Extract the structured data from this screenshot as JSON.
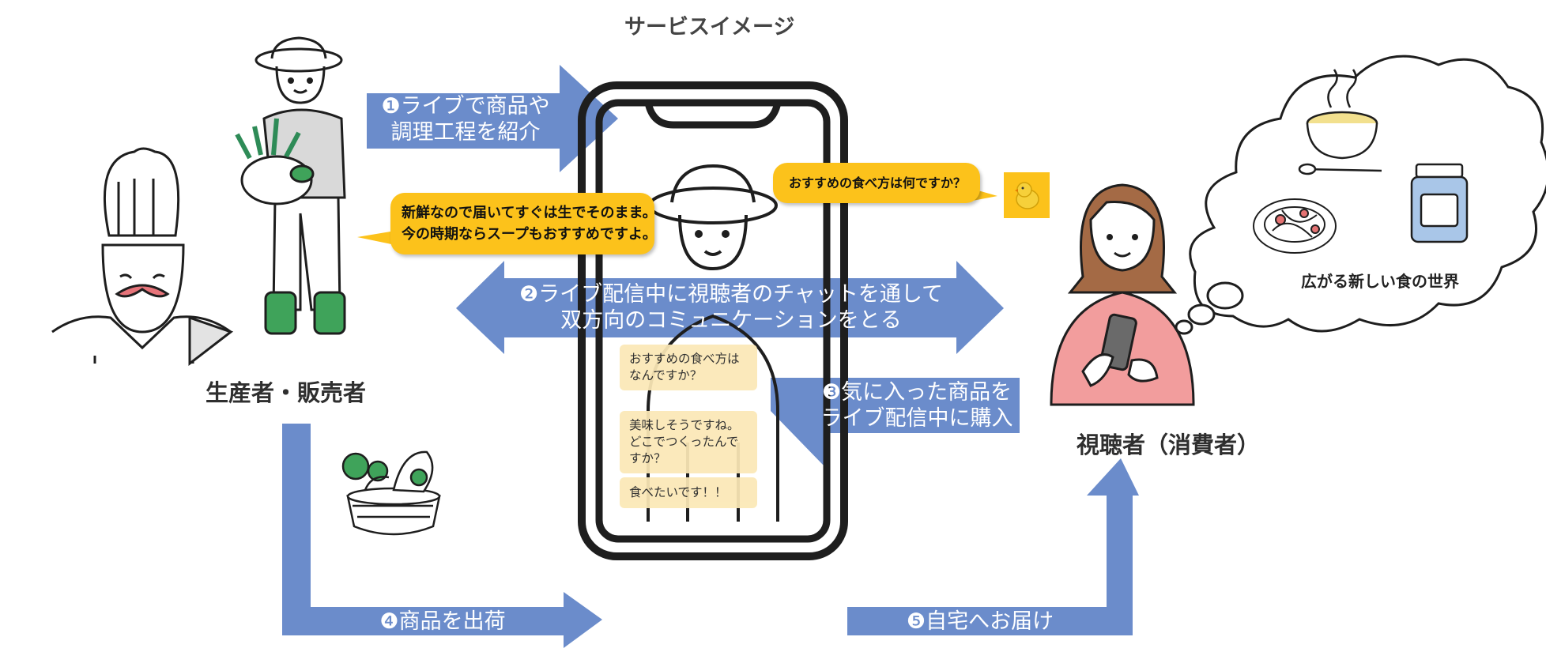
{
  "title": "サービスイメージ",
  "producer_label": "生産者・販売者",
  "consumer_label": "視聴者（消費者）",
  "steps": {
    "s1_line1": "❶ライブで商品や",
    "s1_line2": "調理工程を紹介",
    "s2_line1": "❷ライブ配信中に視聴者のチャットを通して",
    "s2_line2": "双方向のコミュニケーションをとる",
    "s3_line1": "❸気に入った商品を",
    "s3_line2": "ライブ配信中に購入",
    "s4": "❹商品を出荷",
    "s5": "❺自宅へお届け"
  },
  "bubbles": {
    "producer_line1": "新鮮なので届いてすぐは生でそのまま。",
    "producer_line2": "今の時期ならスープもおすすめですよ。",
    "viewer_question": "おすすめの食べ方は何ですか？"
  },
  "chat_messages": [
    "おすすめの食べ方は なんですか？",
    "美味しそうですね。どこでつくったんですか？",
    "食べたいです！！"
  ],
  "thought_caption": "広がる新しい食の世界",
  "colors": {
    "arrow": "#6b8ccb",
    "bubble": "#fcc21b",
    "chat": "#fbe8b6"
  }
}
